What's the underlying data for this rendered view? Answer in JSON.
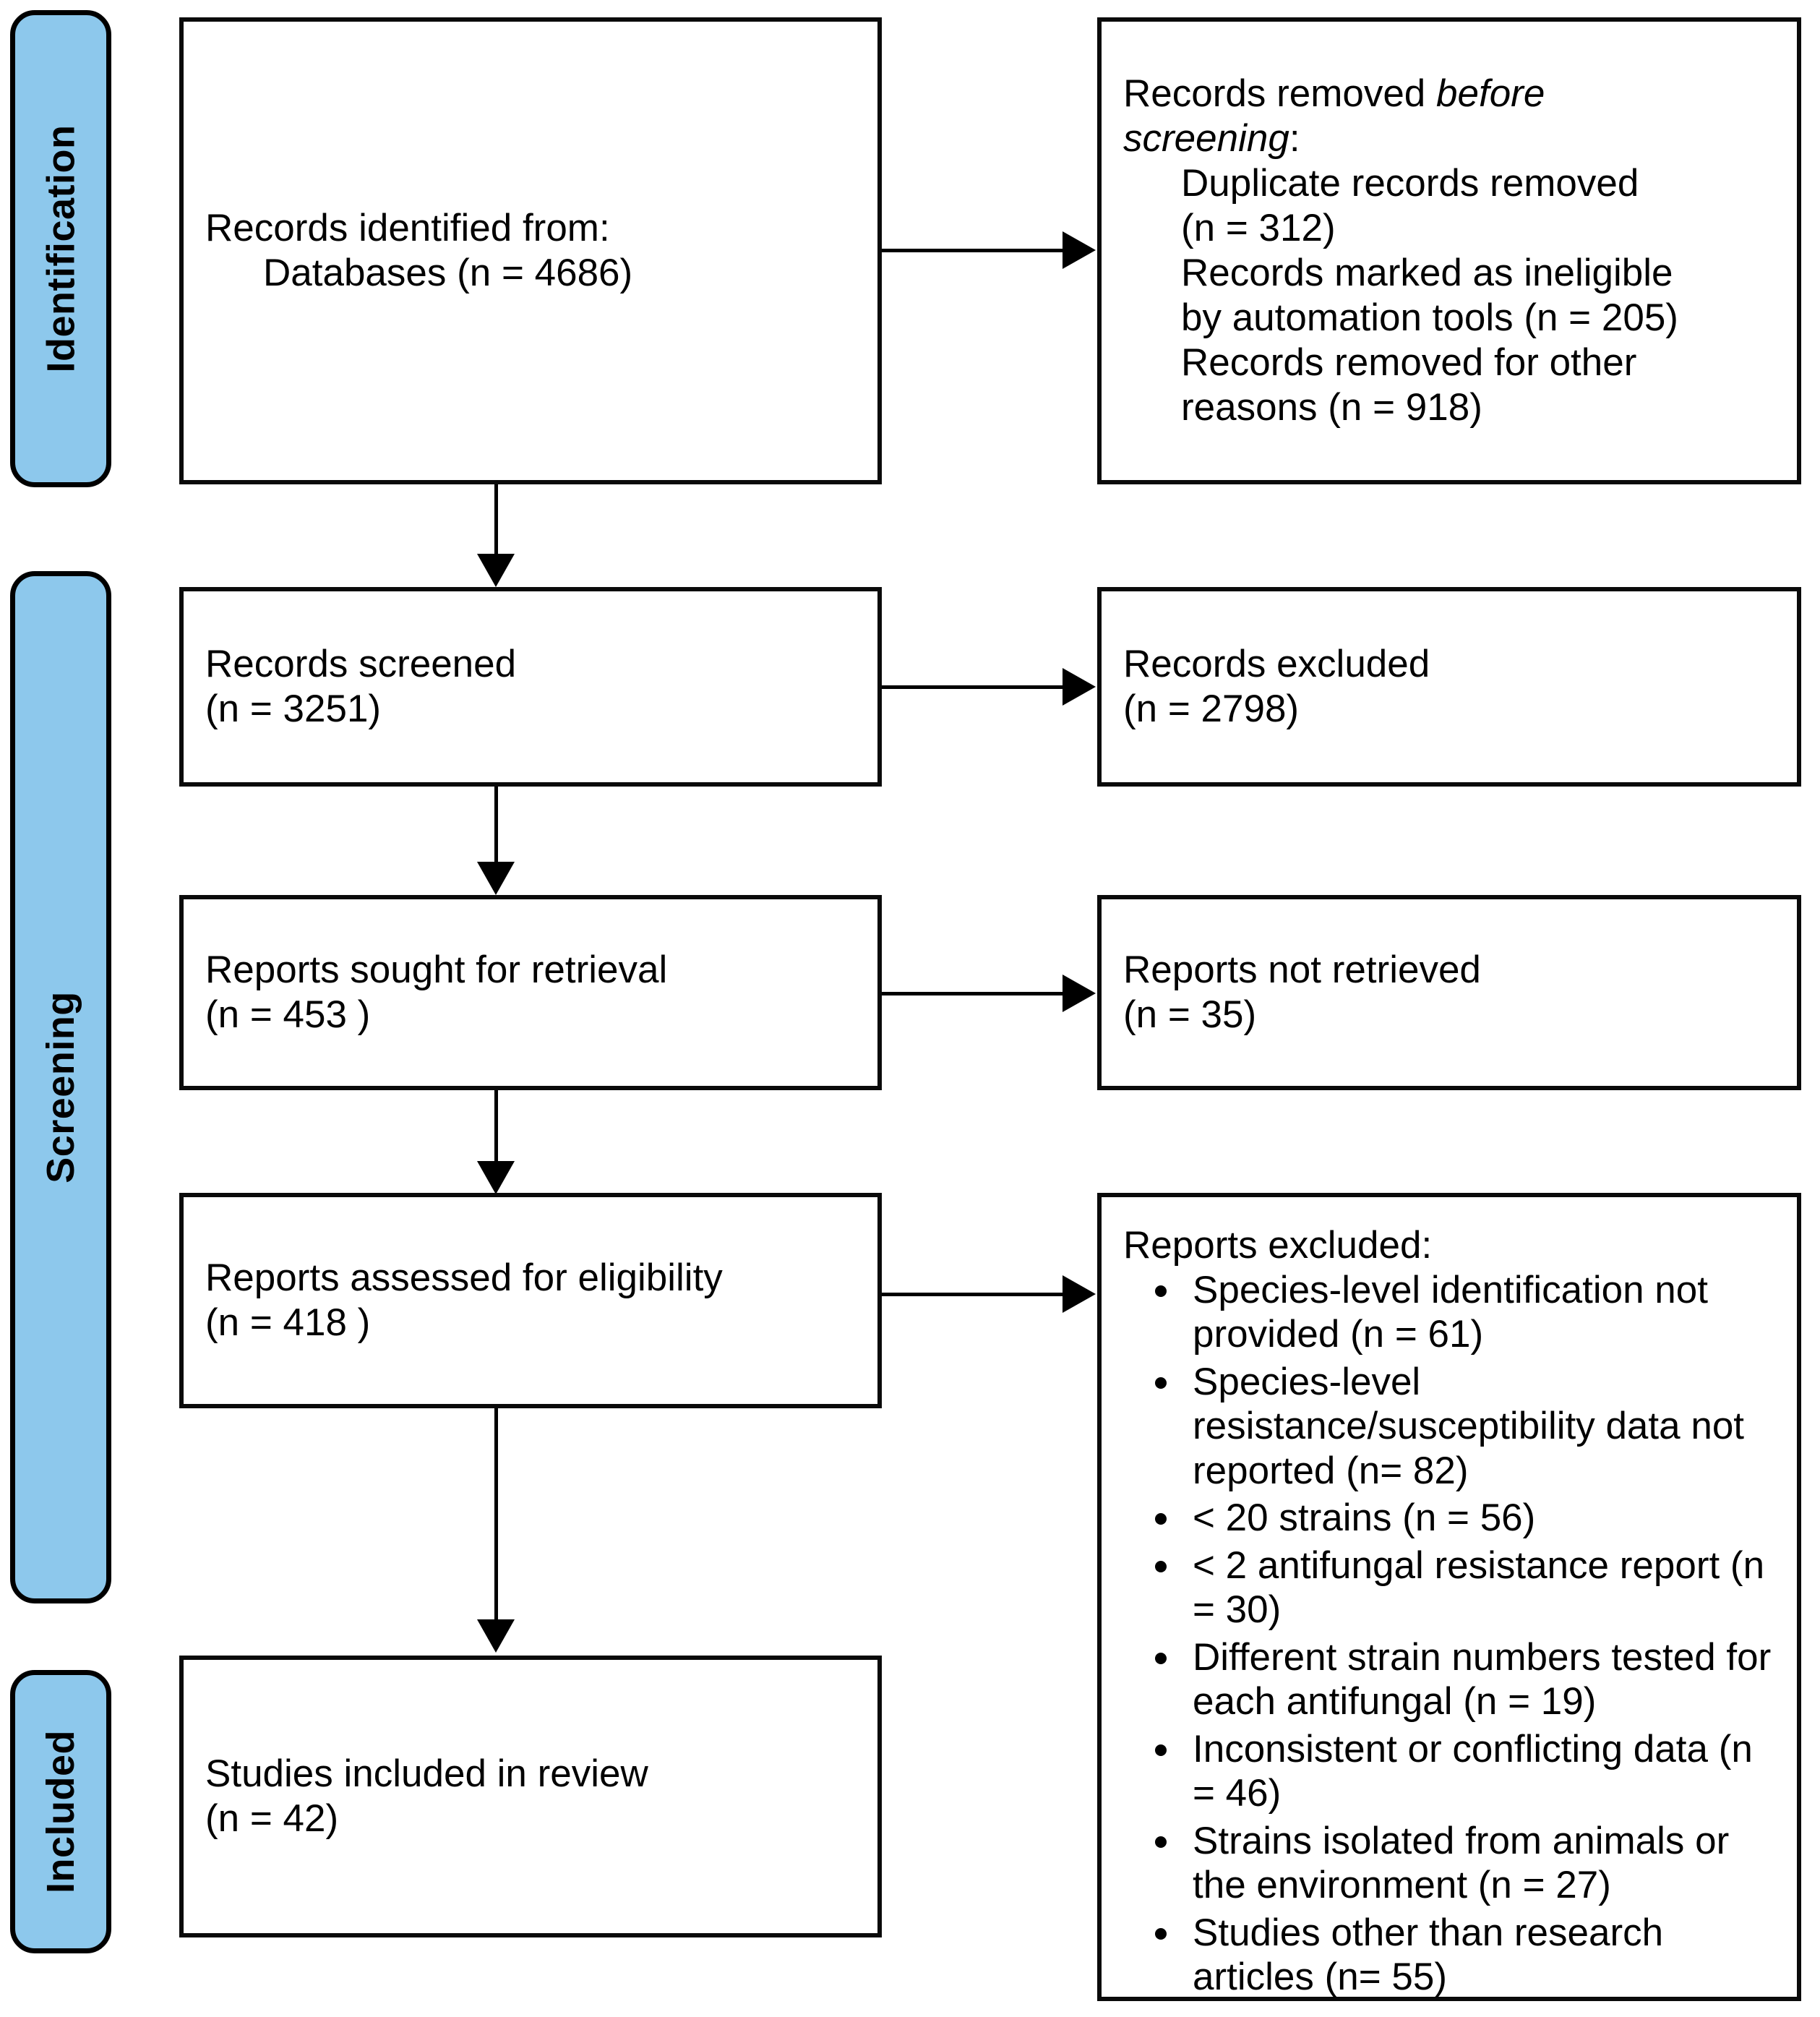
{
  "diagram": {
    "type": "prisma-flow-diagram",
    "stages": [
      {
        "id": "identification",
        "label": "Identification"
      },
      {
        "id": "screening",
        "label": "Screening"
      },
      {
        "id": "included",
        "label": "Included"
      }
    ],
    "colors": {
      "stage_fill": "#8DC8EC",
      "stage_border": "#000000",
      "box_border": "#0A0A0A",
      "box_fill": "#FFFFFF",
      "text": "#000000"
    },
    "boxes": {
      "records_identified": {
        "line1": "Records identified from:",
        "line2": "Databases (n = 4686)"
      },
      "records_removed": {
        "heading_plain": "Records removed ",
        "heading_italic_1": "before",
        "heading_italic_2": "screening",
        "heading_colon": ":",
        "items": [
          "Duplicate records removed",
          "(n = 312)",
          "Records marked as ineligible",
          "by automation tools (n = 205)",
          "Records removed for other",
          "reasons (n = 918)"
        ]
      },
      "records_screened": {
        "line1": "Records screened",
        "line2": "(n = 3251)"
      },
      "records_excluded": {
        "line1": "Records excluded",
        "line2": "(n = 2798)"
      },
      "reports_sought": {
        "line1": "Reports sought for retrieval",
        "line2": "(n = 453 )"
      },
      "reports_not_retrieved": {
        "line1": "Reports not retrieved",
        "line2": "(n = 35)"
      },
      "reports_assessed": {
        "line1": "Reports assessed for eligibility",
        "line2": "(n = 418 )"
      },
      "reports_excluded": {
        "heading": "Reports excluded:",
        "reasons": [
          "Species-level identification not provided (n = 61)",
          "Species-level resistance/susceptibility data not reported (n= 82)",
          "< 20 strains (n = 56)",
          "< 2 antifungal resistance report (n = 30)",
          "Different strain numbers tested for each antifungal (n = 19)",
          "Inconsistent or conflicting data (n = 46)",
          "Strains isolated from animals or the environment (n = 27)",
          "Studies other than research articles (n= 55)"
        ]
      },
      "studies_included": {
        "line1": "Studies included in review",
        "line2": "(n = 42)"
      }
    },
    "counts": {
      "databases": 4686,
      "duplicates_removed": 312,
      "ineligible_automation": 205,
      "removed_other": 918,
      "screened": 3251,
      "excluded": 2798,
      "sought_retrieval": 453,
      "not_retrieved": 35,
      "assessed_eligibility": 418,
      "excluded_species_level_id": 61,
      "excluded_resistance_data": 82,
      "excluded_lt20_strains": 56,
      "excluded_lt2_antifungal": 30,
      "excluded_different_strain_numbers": 19,
      "excluded_inconsistent_data": 46,
      "excluded_animal_environment": 27,
      "excluded_non_research": 55,
      "included_studies": 42
    }
  }
}
